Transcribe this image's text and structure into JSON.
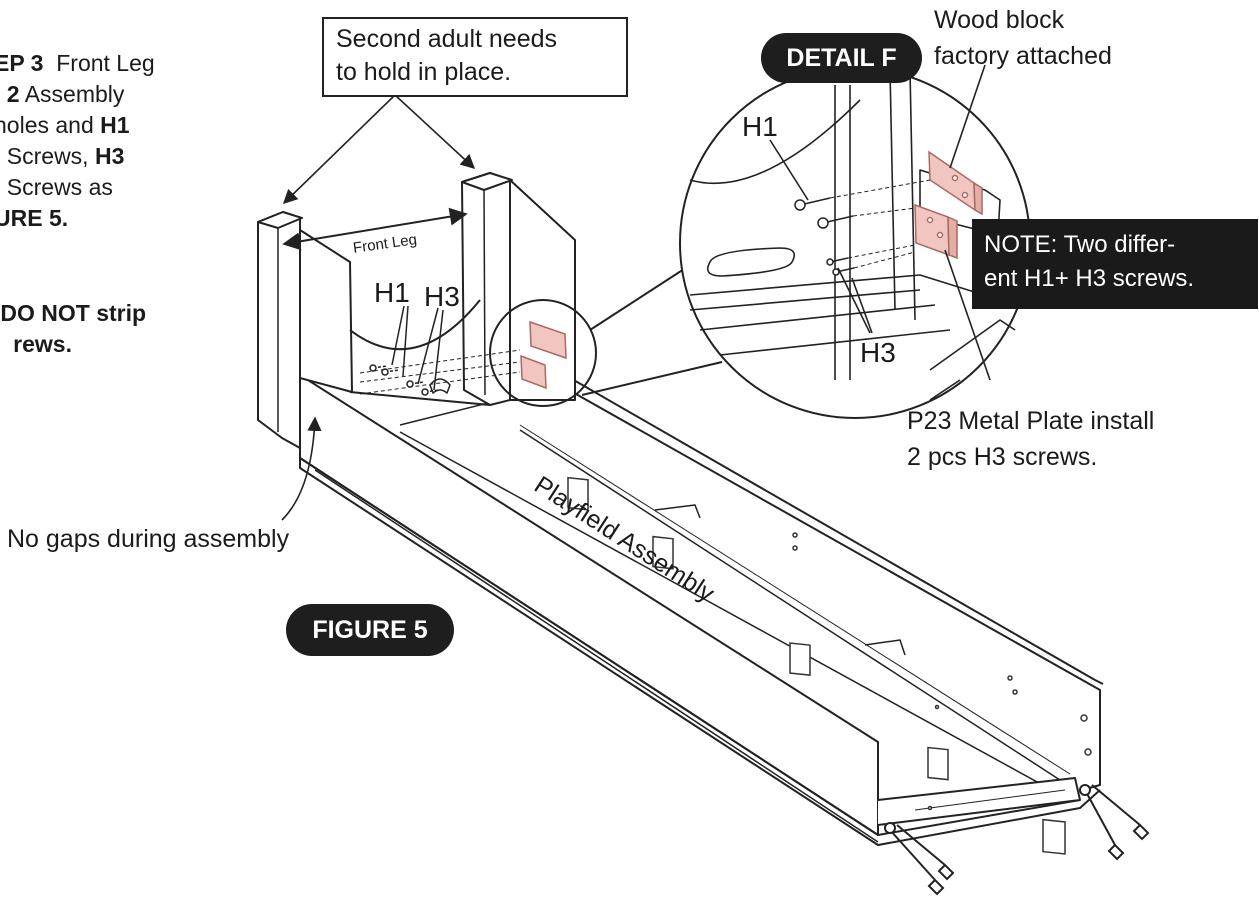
{
  "step": {
    "line1_bold": "EP 3",
    "line1_rest": "Front Leg",
    "line2_bold": "2",
    "line2_rest": "Assembly",
    "line3_rest": "holes and",
    "line3_bold": "H1",
    "line4_rest": "Screws,",
    "line4_bold": "H3",
    "line5_rest": "Screws as",
    "line6_bold": "URE 5."
  },
  "warning": {
    "line1": "DO NOT strip",
    "line2": "rews."
  },
  "callout": {
    "line1": "Second adult needs",
    "line2": "to hold in place."
  },
  "detail_badge": "DETAIL F",
  "figure_badge": "FIGURE 5",
  "wood_block": {
    "line1": "Wood block",
    "line2": "factory attached"
  },
  "note": {
    "line1": "NOTE: Two differ-",
    "line2": "ent H1+ H3 screws."
  },
  "metal_plate": {
    "line1": "P23 Metal Plate install",
    "line2": "2 pcs H3 screws."
  },
  "no_gaps": "No gaps during assembly",
  "front_leg": "Front Leg",
  "playfield": "Playfield Assembly",
  "labels": {
    "h1": "H1",
    "h3": "H3"
  },
  "colors": {
    "line": "#222222",
    "plate_fill": "#f2c6c0",
    "plate_stroke": "#a86a62",
    "badge_bg": "#1e1e1e"
  }
}
